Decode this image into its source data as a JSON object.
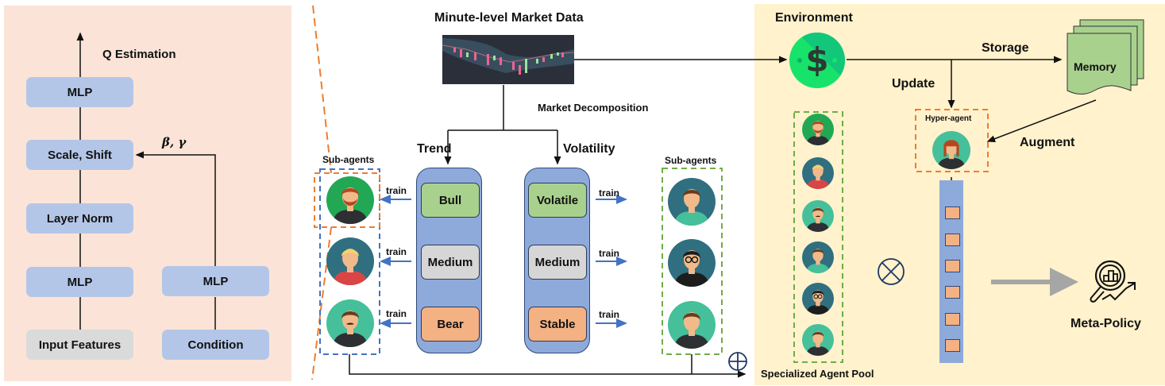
{
  "left_panel": {
    "q_estimation": "Q Estimation",
    "blocks": {
      "mlp_top": "MLP",
      "scale_shift": "Scale, Shift",
      "layer_norm": "Layer Norm",
      "mlp_bottom": "MLP",
      "input_features": "Input Features",
      "mlp_condition": "MLP",
      "condition": "Condition"
    },
    "beta_gamma": "β, γ"
  },
  "middle": {
    "market_title": "Minute-level Market Data",
    "decomposition": "Market Decomposition",
    "trend": {
      "title": "Trend",
      "items": [
        "Bull",
        "Medium",
        "Bear"
      ]
    },
    "volatility": {
      "title": "Volatility",
      "items": [
        "Volatile",
        "Medium",
        "Stable"
      ]
    },
    "sub_agents_left": "Sub-agents",
    "sub_agents_right": "Sub-agents",
    "train_label": "train",
    "oplus": "⊕"
  },
  "right_panel": {
    "environment": "Environment",
    "storage": "Storage",
    "memory": "Memory",
    "update": "Update",
    "augment": "Augment",
    "hyper_agent": "Hyper-agent",
    "otimes": "⊗",
    "meta_policy": "Meta-Policy",
    "agent_pool": "Specialized Agent Pool"
  },
  "colors": {
    "left_bg": "#fbe4d7",
    "right_bg": "#fff2cc",
    "block_blue": "#b4c6e7",
    "pill_blue": "#8eaadb",
    "green": "#a9d18e",
    "orange": "#f4b183",
    "dashed_orange": "#ed7d31",
    "dashed_blue": "#4472c4",
    "dashed_green": "#70ad47"
  }
}
